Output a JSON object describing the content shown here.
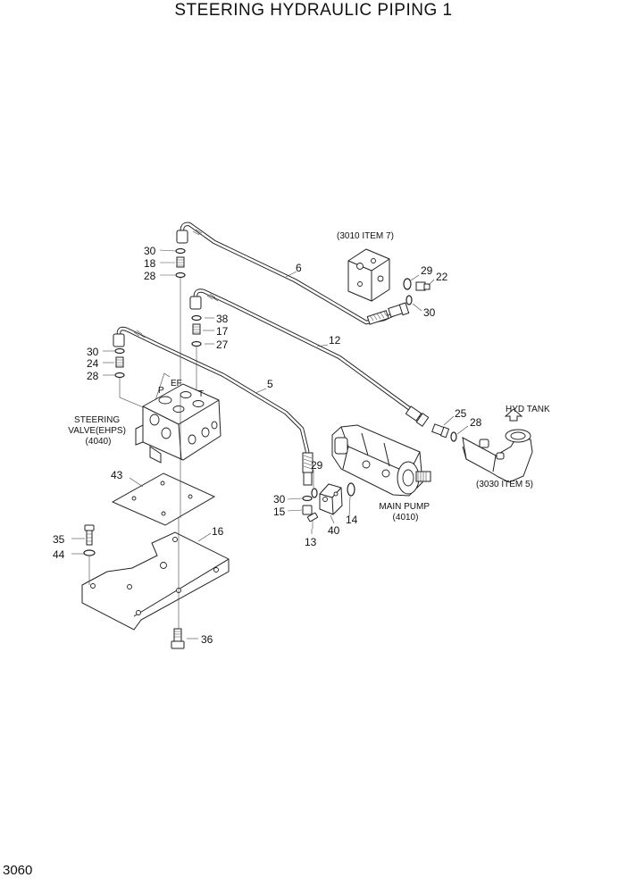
{
  "title": "STEERING HYDRAULIC PIPING 1",
  "page_number": "3060",
  "callouts": {
    "c30a": "30",
    "c18": "18",
    "c28a": "28",
    "c6": "6",
    "c38": "38",
    "c17": "17",
    "c27": "27",
    "c30b": "30",
    "c24": "24",
    "c28b": "28",
    "c12": "12",
    "c5": "5",
    "c29a": "29",
    "c22": "22",
    "c30c": "30",
    "c25": "25",
    "c28c": "28",
    "c29b": "29",
    "c30d": "30",
    "c15": "15",
    "c13": "13",
    "c40": "40",
    "c14": "14",
    "c43": "43",
    "c35": "35",
    "c44": "44",
    "c16": "16",
    "c36": "36"
  },
  "labels": {
    "ref_3010": "(3010  ITEM 7)",
    "ref_3030": "(3030  ITEM 5)",
    "hyd_tank": "HYD TANK",
    "steering_1": "STEERING",
    "steering_2": "VALVE(EHPS)",
    "steering_3": "(4040)",
    "main_pump_1": "MAIN PUMP",
    "main_pump_2": "(4010)",
    "port_p": "P",
    "port_ef": "EF",
    "port_t": "T"
  }
}
